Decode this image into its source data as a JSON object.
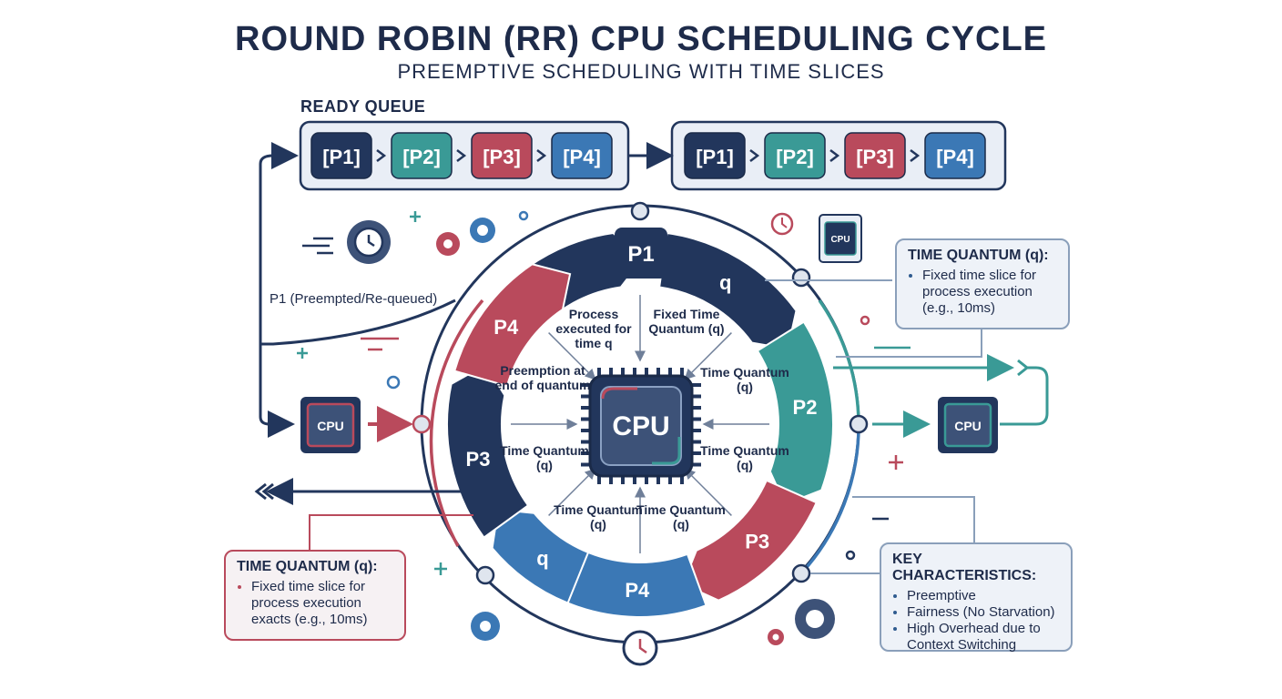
{
  "title": "ROUND ROBIN (RR) CPU SCHEDULING CYCLE",
  "subtitle": "PREEMPTIVE SCHEDULING WITH TIME SLICES",
  "ready_queue": {
    "label": "READY QUEUE",
    "queue_a": [
      "[P1]",
      "[P2]",
      "[P3]",
      "[P4]"
    ],
    "queue_b": [
      "[P1]",
      "[P2]",
      "[P3]",
      "[P4]"
    ]
  },
  "cycle": {
    "top_tab": "P1",
    "outer_segments": [
      "P1",
      "q",
      "P2",
      "P3",
      "P4",
      "q",
      "P3",
      "P4"
    ],
    "inner_labels": [
      "Process executed for time q",
      "Fixed Time Quantum (q)",
      "Time Quantum (q)",
      "Time Quantum (q)",
      "Time Quantum (q)",
      "Time Quantum (q)",
      "Time Quantum (q)",
      "Preemption at end of quantum"
    ],
    "center_label": "CPU"
  },
  "cpu_chips": {
    "left": "CPU",
    "right": "CPU",
    "top_right": "CPU"
  },
  "preempted_label": "P1 (Preempted/Re-queued)",
  "callout_top_right": {
    "title": "TIME QUANTUM (q):",
    "items": [
      "Fixed time slice for process execution (e.g., 10ms)"
    ]
  },
  "callout_bottom_left": {
    "title": "TIME QUANTUM (q):",
    "items": [
      "Fixed time slice for process execution exacts (e.g., 10ms)"
    ]
  },
  "callout_bottom_right": {
    "title": "KEY CHARACTERISTICS:",
    "items": [
      "Preemptive",
      "Fairness (No Starvation)",
      "High Overhead due to Context Switching"
    ]
  },
  "colors": {
    "navy": "#22365c",
    "teal": "#3a9a96",
    "red": "#b94a5c",
    "blue": "#3b78b5",
    "text": "#1e2b4a"
  }
}
